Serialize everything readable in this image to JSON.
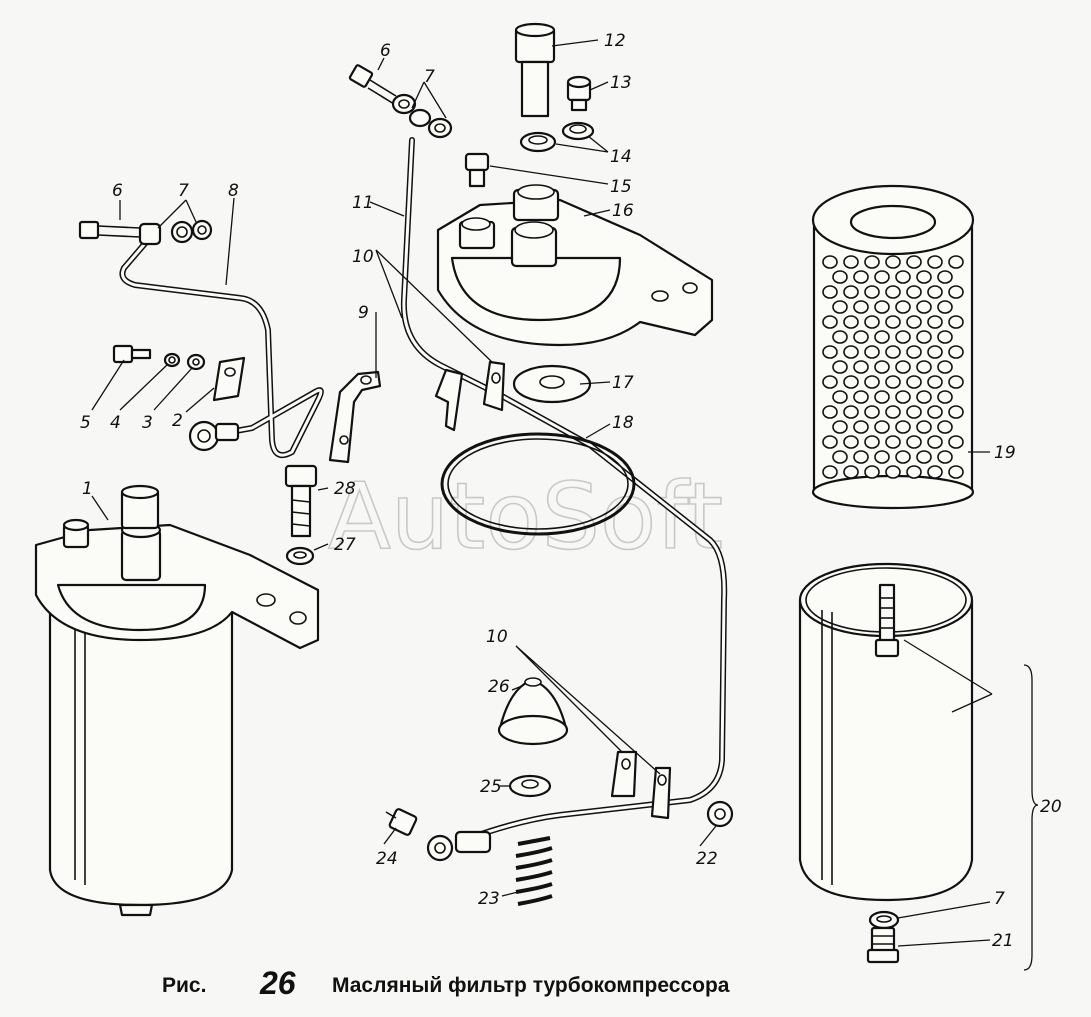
{
  "caption": {
    "prefix": "Рис.",
    "number": "26",
    "title": "Масляный фильтр турбокомпрессора"
  },
  "watermark": "AutoSoft",
  "callouts": [
    {
      "id": "c1",
      "text": "1"
    },
    {
      "id": "c2",
      "text": "2"
    },
    {
      "id": "c3",
      "text": "3"
    },
    {
      "id": "c4",
      "text": "4"
    },
    {
      "id": "c5",
      "text": "5"
    },
    {
      "id": "c6a",
      "text": "6"
    },
    {
      "id": "c6b",
      "text": "6"
    },
    {
      "id": "c7a",
      "text": "7"
    },
    {
      "id": "c7b",
      "text": "7"
    },
    {
      "id": "c7c",
      "text": "7"
    },
    {
      "id": "c8",
      "text": "8"
    },
    {
      "id": "c9",
      "text": "9"
    },
    {
      "id": "c10a",
      "text": "10"
    },
    {
      "id": "c10b",
      "text": "10"
    },
    {
      "id": "c11",
      "text": "11"
    },
    {
      "id": "c12",
      "text": "12"
    },
    {
      "id": "c13",
      "text": "13"
    },
    {
      "id": "c14",
      "text": "14"
    },
    {
      "id": "c15",
      "text": "15"
    },
    {
      "id": "c16",
      "text": "16"
    },
    {
      "id": "c17",
      "text": "17"
    },
    {
      "id": "c18",
      "text": "18"
    },
    {
      "id": "c19",
      "text": "19"
    },
    {
      "id": "c20",
      "text": "20"
    },
    {
      "id": "c21",
      "text": "21"
    },
    {
      "id": "c22",
      "text": "22"
    },
    {
      "id": "c23",
      "text": "23"
    },
    {
      "id": "c24",
      "text": "24"
    },
    {
      "id": "c25",
      "text": "25"
    },
    {
      "id": "c26",
      "text": "26"
    },
    {
      "id": "c27",
      "text": "27"
    },
    {
      "id": "c28",
      "text": "28"
    }
  ]
}
